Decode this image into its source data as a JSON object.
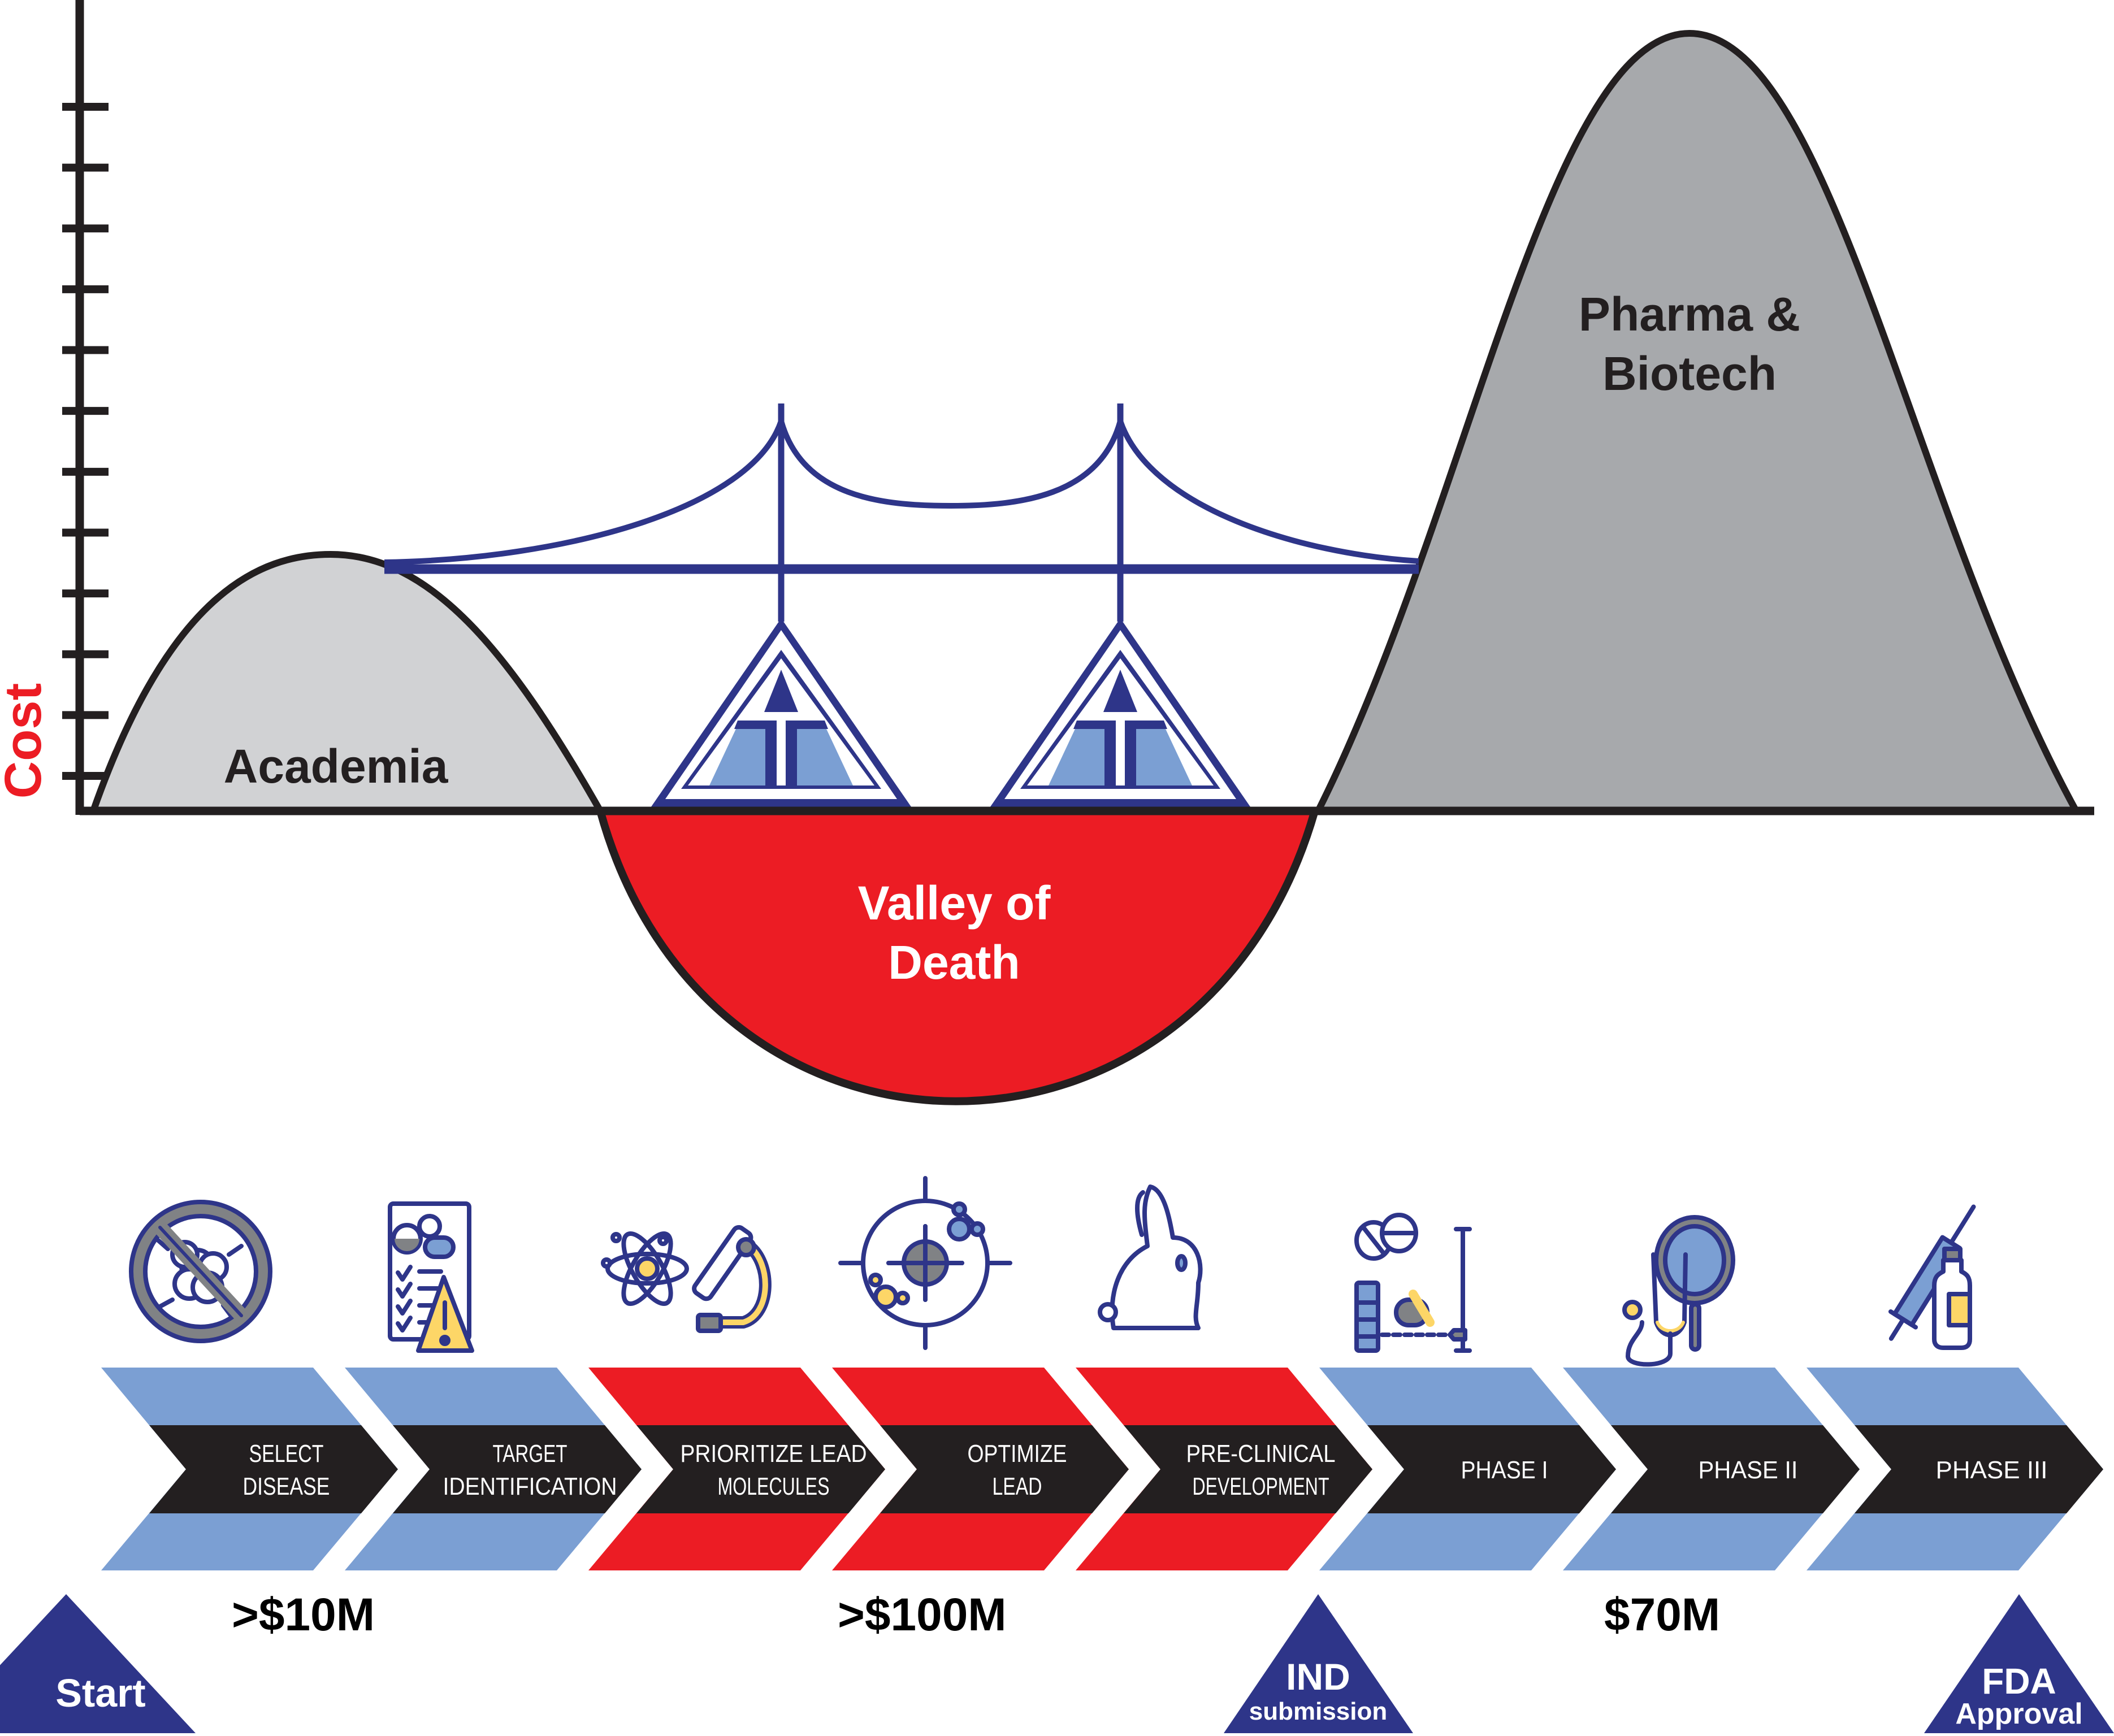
{
  "colors": {
    "navy": "#2E3589",
    "light_blue": "#7B9FD3",
    "red": "#EC1C24",
    "black": "#231F20",
    "academia_gray": "#D1D2D4",
    "pharma_gray": "#A7A9AC",
    "icon_gray": "#808285",
    "icon_yellow": "#FDD667",
    "white": "#FFFFFF"
  },
  "chart": {
    "y_axis_label": "Cost",
    "y_axis_tick_count": 12,
    "regions": [
      {
        "id": "academia",
        "label_lines": [
          "Academia"
        ],
        "relative_height": 0.33,
        "color_key": "academia_gray"
      },
      {
        "id": "valley",
        "label_lines": [
          "Valley of",
          "Death"
        ],
        "relative_height": -0.4,
        "color_key": "red"
      },
      {
        "id": "pharma",
        "label_lines": [
          "Pharma &",
          "Biotech"
        ],
        "relative_height": 0.96,
        "color_key": "pharma_gray"
      }
    ],
    "bridge": {
      "tower_count": 2,
      "description": "suspension bridge spanning the valley"
    }
  },
  "stages": [
    {
      "lines": [
        "SELECT",
        "DISEASE"
      ],
      "zone": "blue",
      "icon": "no-bacteria-icon"
    },
    {
      "lines": [
        "TARGET",
        "IDENTIFICATION"
      ],
      "zone": "blue",
      "icon": "checklist-warning-icon"
    },
    {
      "lines": [
        "PRIORITIZE LEAD",
        "MOLECULES"
      ],
      "zone": "red",
      "icon": "atom-microscope-icon"
    },
    {
      "lines": [
        "OPTIMIZE",
        "LEAD"
      ],
      "zone": "red",
      "icon": "molecule-target-icon"
    },
    {
      "lines": [
        "PRE-CLINICAL",
        "DEVELOPMENT"
      ],
      "zone": "red",
      "icon": "rabbit-icon"
    },
    {
      "lines": [
        "PHASE I"
      ],
      "zone": "blue",
      "icon": "pills-dosage-icon"
    },
    {
      "lines": [
        "PHASE II"
      ],
      "zone": "blue",
      "icon": "stethoscope-magnifier-icon"
    },
    {
      "lines": [
        "PHASE III"
      ],
      "zone": "blue",
      "icon": "syringe-vial-icon"
    }
  ],
  "costs": [
    {
      "text": ">$10M"
    },
    {
      "text": ">$100M"
    },
    {
      "text": "$70M"
    }
  ],
  "milestones": [
    {
      "lines": [
        "Start"
      ]
    },
    {
      "lines": [
        "IND",
        "submission"
      ]
    },
    {
      "lines": [
        "FDA",
        "Approval"
      ]
    }
  ]
}
